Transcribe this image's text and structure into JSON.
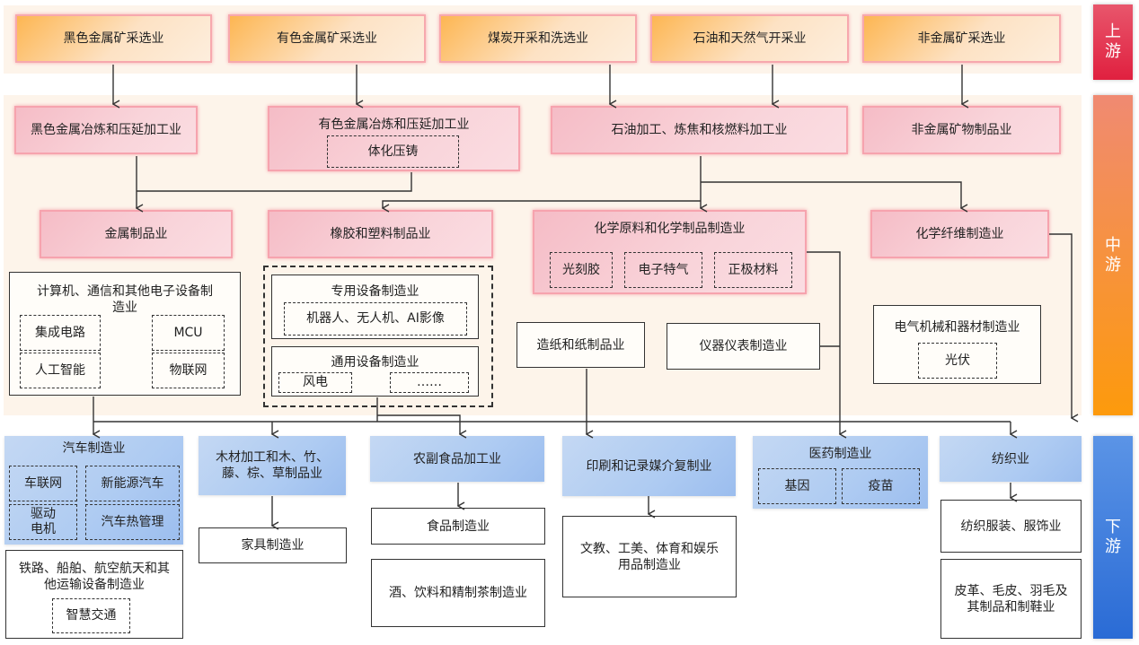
{
  "stages": {
    "upstream": "上游",
    "midstream": "中游",
    "downstream": "下游"
  },
  "colors": {
    "upstream_stage": "#e2344e",
    "midstream_stage": "#fb9a12",
    "downstream_stage": "#2e6ed6",
    "band_background": "#fdf4ea"
  },
  "upstream": [
    "黑色金属矿采选业",
    "有色金属矿采选业",
    "煤炭开采和洗选业",
    "石油和天然气开采业",
    "非金属矿采选业"
  ],
  "midstream": {
    "ferrous_smelting": "黑色金属冶炼和压延加工业",
    "nonferrous_smelting": {
      "label": "有色金属冶炼和压延加工业",
      "sub": [
        "体化压铸"
      ]
    },
    "petroleum": "石油加工、炼焦和核燃料加工业",
    "nonmetal_mineral": "非金属矿物制品业",
    "metal_products": "金属制品业",
    "rubber_plastic": "橡胶和塑料制品业",
    "chemical": {
      "label": "化学原料和化学制品制造业",
      "sub": [
        "光刻胶",
        "电子特气",
        "正极材料"
      ]
    },
    "chemical_fiber": "化学纤维制造业",
    "electronics": {
      "label": "计算机、通信和其他电子设备制造业",
      "sub": [
        "集成电路",
        "MCU",
        "人工智能",
        "物联网"
      ]
    },
    "special_equipment": {
      "label": "专用设备制造业",
      "sub": [
        "机器人、无人机、AI影像"
      ]
    },
    "general_equipment": {
      "label": "通用设备制造业",
      "sub": [
        "风电",
        "……"
      ]
    },
    "paper": "造纸和纸制品业",
    "instruments": "仪器仪表制造业",
    "electrical": {
      "label": "电气机械和器材制造业",
      "sub": [
        "光伏"
      ]
    }
  },
  "downstream": {
    "auto": {
      "label": "汽车制造业",
      "sub": [
        "车联网",
        "新能源汽车",
        "驱动电机",
        "汽车热管理"
      ]
    },
    "transport": {
      "label": "铁路、船舶、航空航天和其他运输设备制造业",
      "sub": [
        "智慧交通"
      ]
    },
    "wood": "木材加工和木、竹、藤、棕、草制品业",
    "furniture": "家具制造业",
    "agri_food": "农副食品加工业",
    "food": "食品制造业",
    "beverage": "酒、饮料和精制茶制造业",
    "printing": "印刷和记录媒介复制业",
    "culture_goods": "文教、工美、体育和娱乐用品制造业",
    "pharma": {
      "label": "医药制造业",
      "sub": [
        "基因",
        "疫苗"
      ]
    },
    "textile": "纺织业",
    "apparel": "纺织服装、服饰业",
    "leather": "皮革、毛皮、羽毛及其制品和制鞋业"
  }
}
